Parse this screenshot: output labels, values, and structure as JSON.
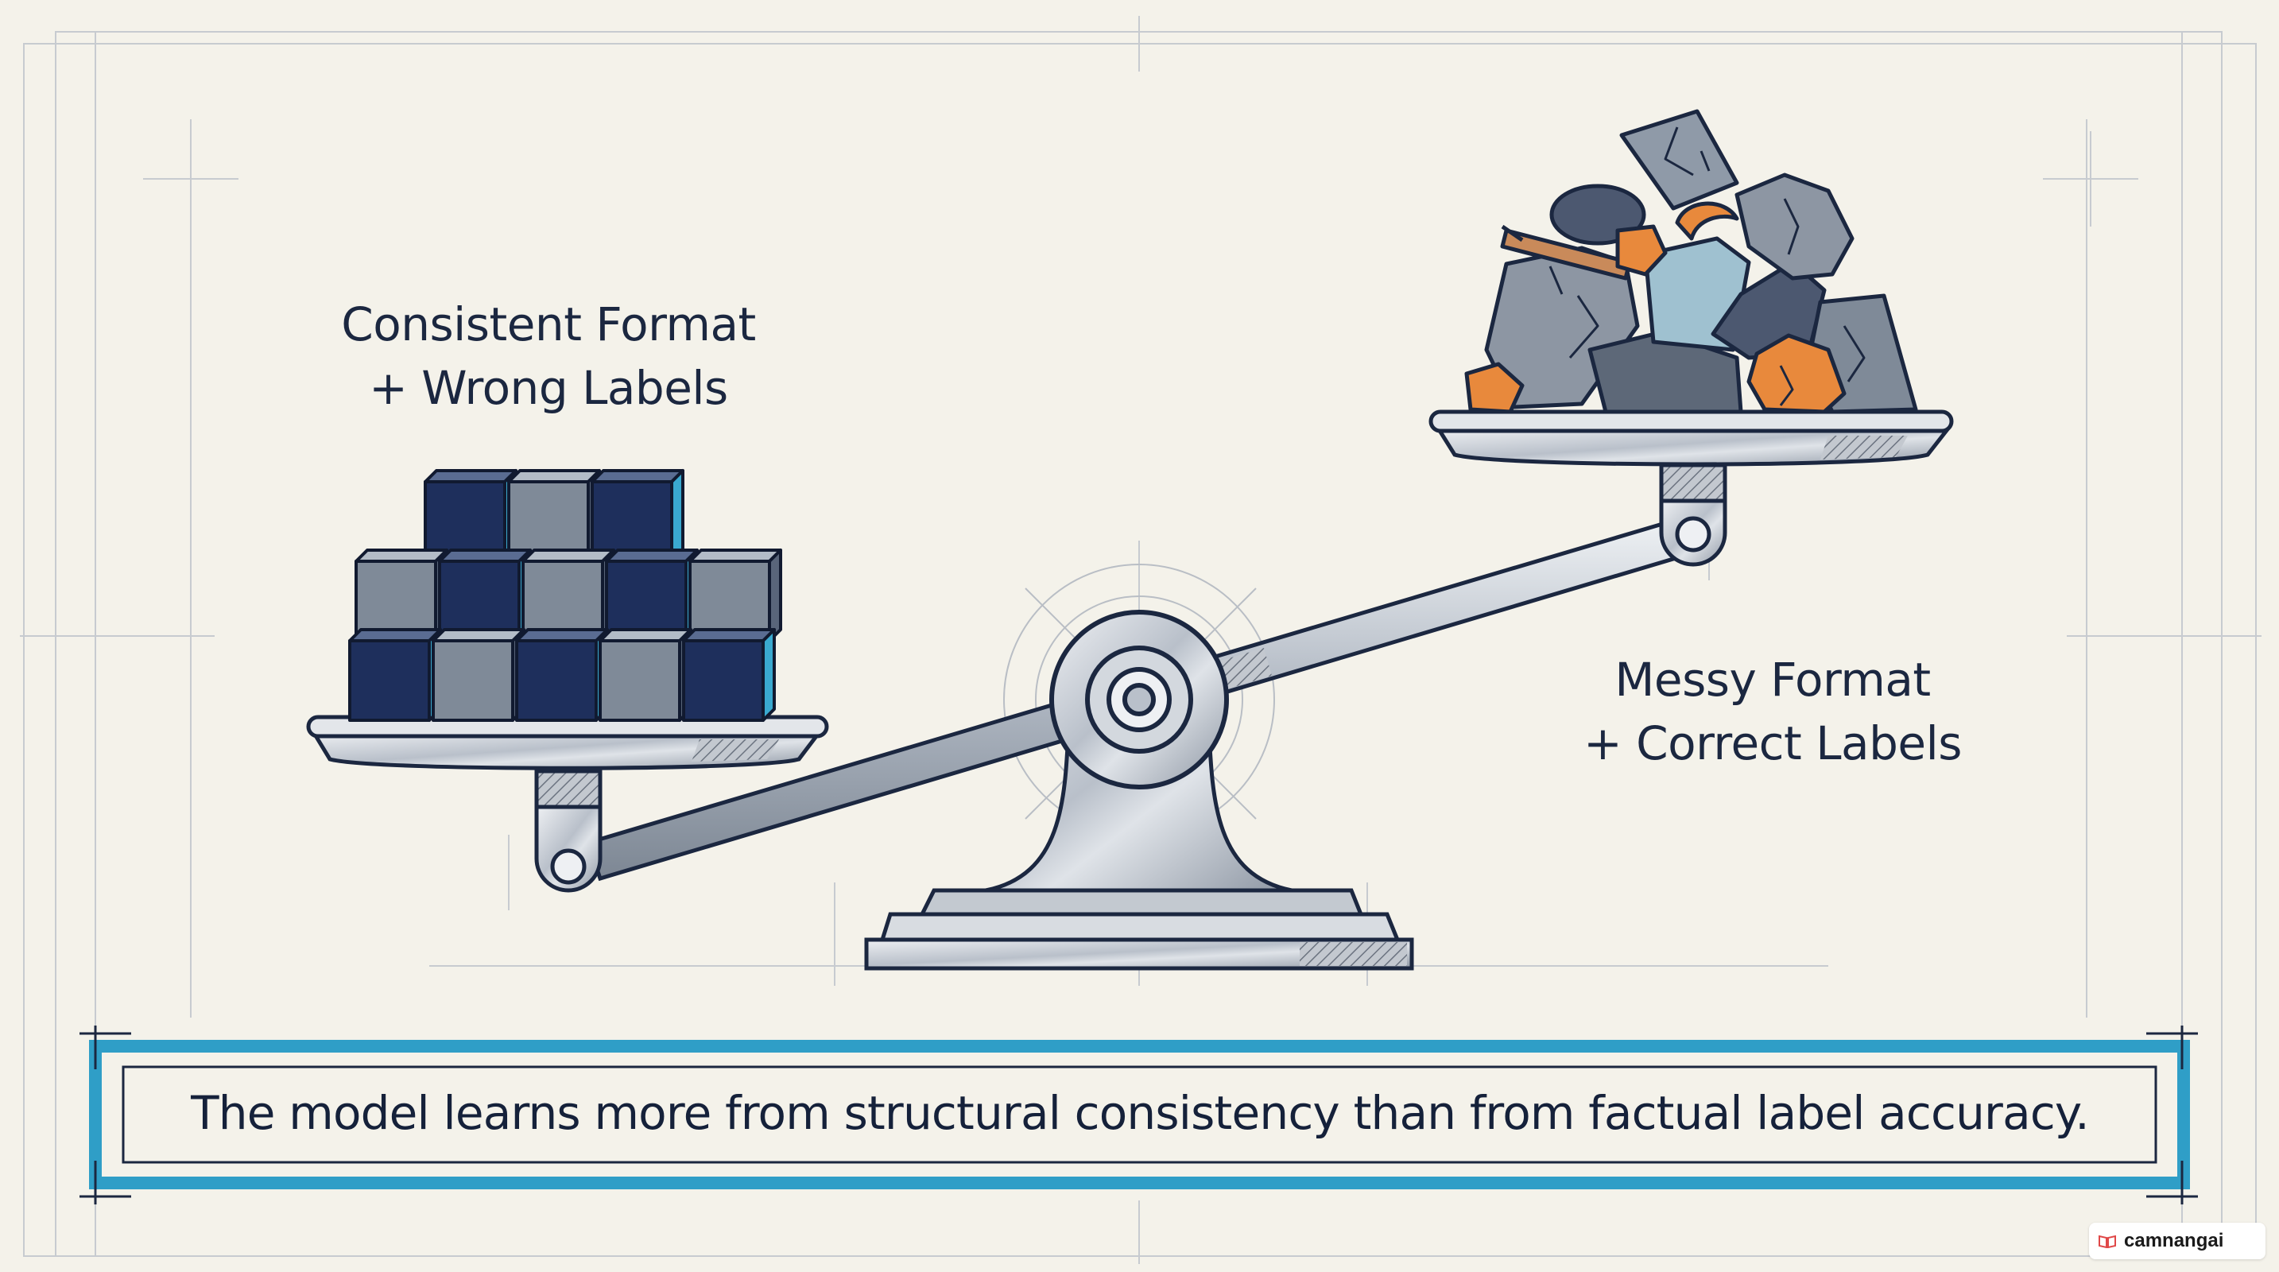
{
  "labels": {
    "left_line1": "Consistent Format",
    "left_line2": "+ Wrong Labels",
    "right_line1": "Messy Format",
    "right_line2": "+ Correct Labels"
  },
  "caption": "The model learns more from structural consistency than from factual label accuracy.",
  "watermark": "camnangai",
  "colors": {
    "background": "#f4f2ea",
    "ink": "#1b2740",
    "navy_cube": "#1e2f5c",
    "gray_cube": "#7f8a98",
    "cyan_accent": "#3aa9cf",
    "orange_rock": "#e8893c",
    "frame_blue": "#2f9ec7",
    "metal": "#c9ced6"
  },
  "icons": {
    "left_pile": "navy-cube-stack",
    "right_pile": "rock-pile",
    "scale": "balance-scale"
  }
}
